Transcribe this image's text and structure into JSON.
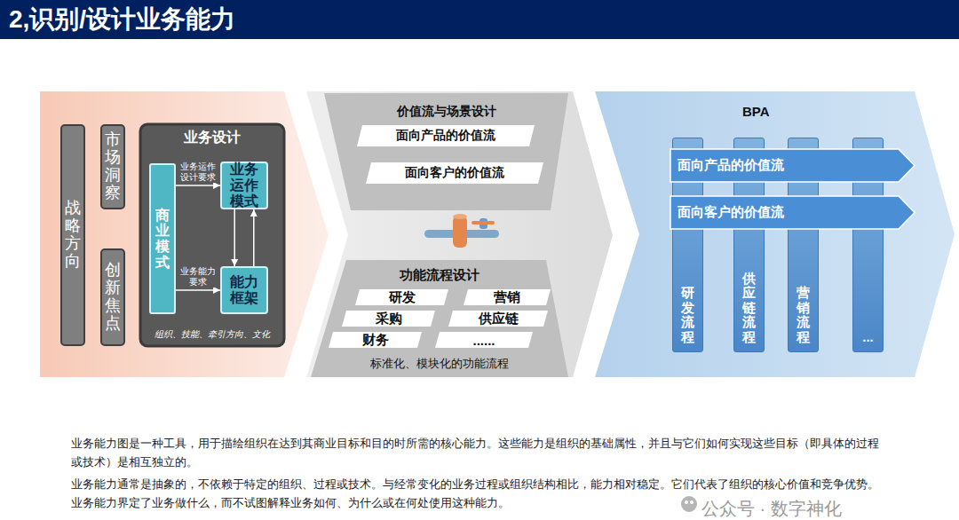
{
  "diagram": {
    "title": "2,识别/设计业务能力",
    "nodes": [
      {
        "text": [
          "战略方向"
        ]
      },
      {
        "text": [
          "市场洞察"
        ]
      },
      {
        "text": [
          "创新焦点"
        ]
      },
      {
        "text": [
          "业务设计",
          "组织、技能、牵引方向、文化"
        ]
      },
      {
        "text": [
          "商业模式"
        ],
        "in": 3
      },
      {
        "text": [
          "业务运作模式"
        ],
        "in": 3
      },
      {
        "text": [
          "能力框架"
        ],
        "in": 3
      },
      {
        "text": [
          "价值流与场景设计"
        ]
      },
      {
        "text": [
          "面向产品的价值流"
        ],
        "in": 7
      },
      {
        "text": [
          "面向客户的价值流"
        ],
        "in": 7
      },
      {
        "text": [
          "功能流程设计",
          "标准化、模块化的功能流程"
        ]
      },
      {
        "text": [
          "研发"
        ],
        "in": 10
      },
      {
        "text": [
          "营销"
        ],
        "in": 10
      },
      {
        "text": [
          "采购"
        ],
        "in": 10
      },
      {
        "text": [
          "供应链"
        ],
        "in": 10
      },
      {
        "text": [
          "财务"
        ],
        "in": 10
      },
      {
        "text": [
          "......"
        ],
        "in": 10
      },
      {
        "text": [
          "BPA"
        ]
      },
      {
        "text": [
          "面向产品的价值流"
        ],
        "in": 17
      },
      {
        "text": [
          "面向客户的价值流"
        ],
        "in": 17
      },
      {
        "text": [
          "研发流程"
        ],
        "in": 17
      },
      {
        "text": [
          "供应链流程"
        ],
        "in": 17
      },
      {
        "text": [
          "营销流程"
        ],
        "in": 17
      },
      {
        "text": [
          "..."
        ],
        "in": 17
      }
    ],
    "edges": [
      {
        "from": 4,
        "to": 5,
        "arrow": "to",
        "label": "业务运作设计要求"
      },
      {
        "from": 4,
        "to": 6,
        "arrow": "to",
        "label": "业务能力要求"
      },
      {
        "from": 5,
        "to": 6,
        "arrow": "to"
      },
      {
        "from": 6,
        "to": 5,
        "arrow": "to"
      }
    ],
    "labels": [
      "业务能力图是一种工具，用于描绘组织在达到其商业目标和目的时所需的核心能力。这些能力是组织的基础属性，并且与它们如何实现这些目标（即具体的过程或技术）是相互独立的。",
      "业务能力通常是抽象的，不依赖于特定的组织、过程或技术。与经常变化的业务过程或组织结构相比，能力相对稳定。它们代表了组织的核心价值和竞争优势。业务能力界定了业务做什么，而不试图解释业务如何、为什么或在何处使用这种能力。",
      "公众号 · 数字神化"
    ]
  }
}
